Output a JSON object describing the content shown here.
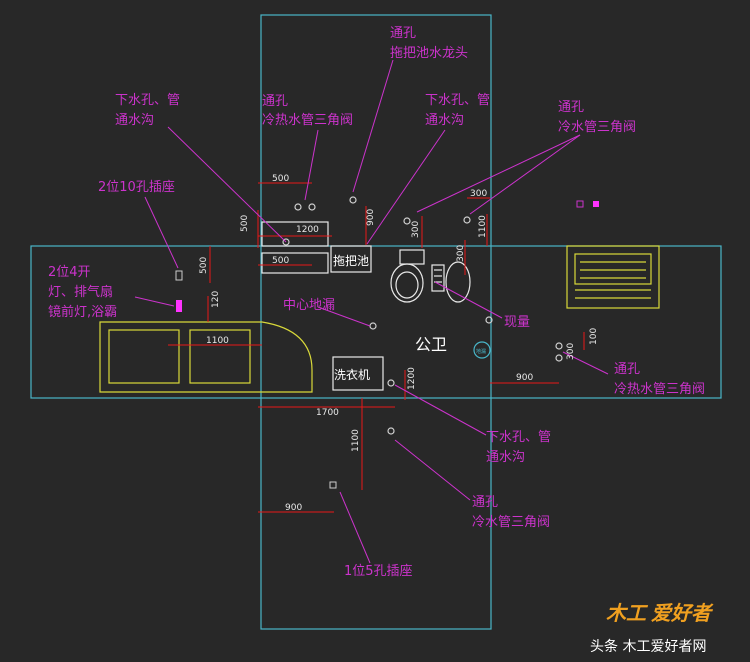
{
  "rooms": {
    "main": "公卫",
    "mop_pool": "拖把池",
    "washer": "洗衣机",
    "floor_drain_symbol": "地漏"
  },
  "labels": {
    "vent_faucet_1": "通孔",
    "vent_faucet_2": "拖把池水龙头",
    "hotcold_valve_top_1": "通孔",
    "hotcold_valve_top_2": "冷热水管三角阀",
    "drain_left_1": "下水孔、管",
    "drain_left_2": "通水沟",
    "drain_mid_1": "下水孔、管",
    "drain_mid_2": "通水沟",
    "cold_valve_topright_1": "通孔",
    "cold_valve_topright_2": "冷水管三角阀",
    "socket10": "2位10孔插座",
    "switch4_1": "2位4开",
    "switch4_2": "灯、排气扇",
    "switch4_3": "镜前灯,浴霸",
    "center_drain": "中心地漏",
    "on_site": "现量",
    "hotcold_valve_right_1": "通孔",
    "hotcold_valve_right_2": "冷热水管三角阀",
    "drain_bottom_1": "下水孔、管",
    "drain_bottom_2": "通水沟",
    "cold_valve_bottom_1": "通孔",
    "cold_valve_bottom_2": "冷水管三角阀",
    "socket5": "1位5孔插座"
  },
  "dimensions": {
    "d500a": "500",
    "d500b": "500",
    "d500c": "500",
    "d500d": "500",
    "d1200": "1200",
    "d900top": "900",
    "d300a": "300",
    "d300b": "300",
    "d300c": "300",
    "d1100a": "1100",
    "d120": "120",
    "d1100b": "1100",
    "d1700": "1700",
    "d1200b": "1200",
    "d1100c": "1100",
    "d900a": "900",
    "d900b": "900",
    "d100": "100",
    "d300d": "300"
  },
  "watermark": {
    "logo_char": "木工",
    "logo_text": "爱好者",
    "caption": "头条  木工爱好者网"
  },
  "colors": {
    "background": "#282828",
    "walls": "#49b6c9",
    "fixtures": "#d8d83a",
    "dimension_lines": "#e81818",
    "annotations": "#cc33cc"
  }
}
